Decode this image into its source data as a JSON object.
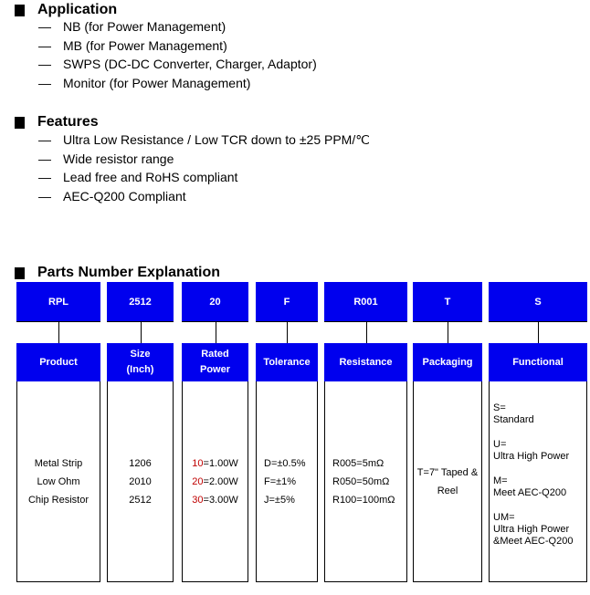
{
  "application": {
    "title": "Application",
    "items": [
      "NB (for Power Management)",
      "MB (for Power Management)",
      "SWPS (DC-DC Converter, Charger, Adaptor)",
      "Monitor (for Power Management)"
    ]
  },
  "features": {
    "title": "Features",
    "items": [
      "Ultra Low Resistance / Low TCR down to ±25 PPM/℃",
      "Wide resistor range",
      "Lead free and RoHS compliant",
      "AEC-Q200 Compliant"
    ]
  },
  "dash": "—",
  "parts": {
    "title": "Parts Number Explanation",
    "codes": [
      "RPL",
      "2512",
      "20",
      "F",
      "R001",
      "T",
      "S"
    ],
    "headers": [
      [
        "Product"
      ],
      [
        "Size",
        "(Inch)"
      ],
      [
        "Rated",
        "Power"
      ],
      [
        "Tolerance"
      ],
      [
        "Resistance"
      ],
      [
        "Packaging"
      ],
      [
        "Functional"
      ]
    ],
    "product": [
      "Metal Strip",
      "Low Ohm",
      "Chip Resistor"
    ],
    "size": [
      "1206",
      "2010",
      "2512"
    ],
    "power": [
      {
        "code": "10",
        "val": "=1.00W"
      },
      {
        "code": "20",
        "val": "=2.00W"
      },
      {
        "code": "30",
        "val": "=3.00W"
      }
    ],
    "tolerance": [
      "D=±0.5%",
      "F=±1%",
      "J=±5%"
    ],
    "resistance": [
      "R005=5mΩ",
      "R050=50mΩ",
      "R100=100mΩ"
    ],
    "packaging": [
      "T=7\" Taped &",
      "Reel"
    ],
    "functional": [
      [
        "S=",
        "Standard"
      ],
      [
        "U=",
        "Ultra High Power"
      ],
      [
        "M=",
        "Meet AEC-Q200"
      ],
      [
        "UM=",
        "Ultra High Power",
        "&Meet AEC-Q200"
      ]
    ]
  },
  "colors": {
    "accent": "#0000ee"
  }
}
